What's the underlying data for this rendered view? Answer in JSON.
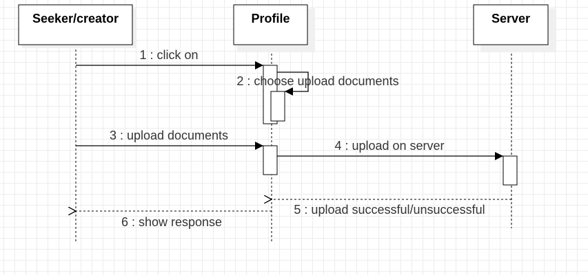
{
  "diagram": {
    "actors": [
      {
        "id": "seeker",
        "label": "Seeker/creator"
      },
      {
        "id": "profile",
        "label": "Profile"
      },
      {
        "id": "server",
        "label": "Server"
      }
    ],
    "messages": [
      {
        "id": "m1",
        "label": "1 : click on"
      },
      {
        "id": "m2",
        "label": "2 : choose upload documents"
      },
      {
        "id": "m3",
        "label": "3 : upload documents"
      },
      {
        "id": "m4",
        "label": "4 : upload on server"
      },
      {
        "id": "m5",
        "label": "5 : upload successful/unsuccessful"
      },
      {
        "id": "m6",
        "label": "6 : show response"
      }
    ]
  }
}
